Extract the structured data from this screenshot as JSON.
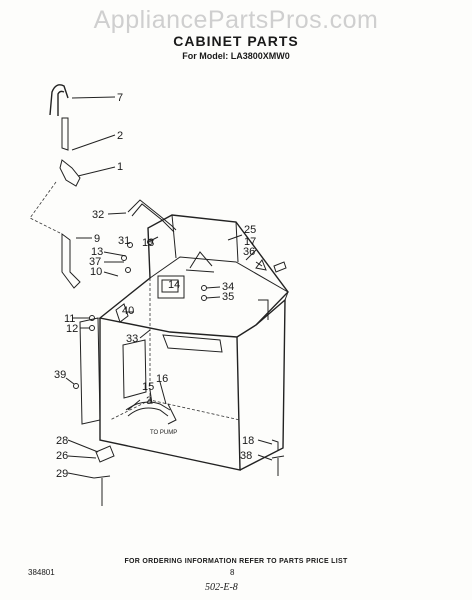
{
  "watermark": "AppliancePartsPros.com",
  "title": "CABINET PARTS",
  "model": "For Model: LA3800XMW0",
  "footer": "FOR ORDERING INFORMATION REFER TO PARTS PRICE LIST",
  "doc_number": "384801",
  "page_number": "8",
  "handwritten_note": "502-E-8",
  "to_pump_label": "TO PUMP",
  "callouts": [
    "7",
    "2",
    "1",
    "32",
    "13",
    "31",
    "9",
    "13",
    "37",
    "10",
    "36",
    "14",
    "34",
    "35",
    "25",
    "17",
    "11",
    "12",
    "40",
    "33",
    "39",
    "15",
    "16",
    "3",
    "28",
    "26",
    "29",
    "18",
    "38"
  ]
}
